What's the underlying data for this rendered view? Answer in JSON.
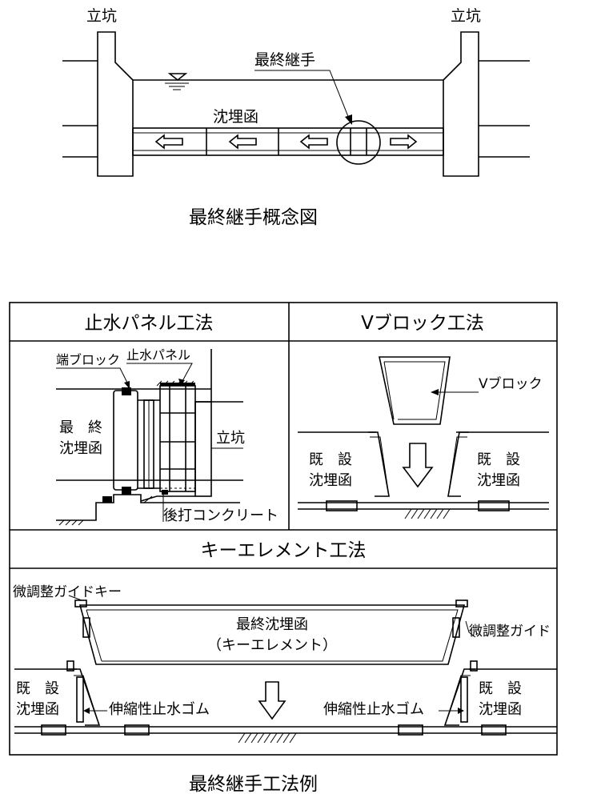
{
  "concept": {
    "shaft_left": "立坑",
    "shaft_right": "立坑",
    "final_joint": "最終継手",
    "caisson": "沈埋函",
    "caption": "最終継手概念図"
  },
  "methods": {
    "panel": {
      "title": "止水パネル工法",
      "end_block": "端ブロック",
      "waterstop_panel": "止水パネル",
      "final_line1": "最　終",
      "final_line2": "沈埋函",
      "shaft": "立坑",
      "post_concrete": "後打コンクリート"
    },
    "vblock": {
      "title": "Vブロック工法",
      "vblock_label": "Vブロック",
      "existing_left_1": "既　設",
      "existing_left_2": "沈埋函",
      "existing_right_1": "既　設",
      "existing_right_2": "沈埋函"
    },
    "keyelement": {
      "title": "キーエレメント工法",
      "guide_key": "微調整ガイドキー",
      "element_line1": "最終沈埋函",
      "element_line2": "（キーエレメント）",
      "guide": "微調整ガイド",
      "existing_left_1": "既　設",
      "existing_left_2": "沈埋函",
      "existing_right_1": "既　設",
      "existing_right_2": "沈埋函",
      "rubber_left": "伸縮性止水ゴム",
      "rubber_right": "伸縮性止水ゴム"
    },
    "caption": "最終継手工法例"
  }
}
